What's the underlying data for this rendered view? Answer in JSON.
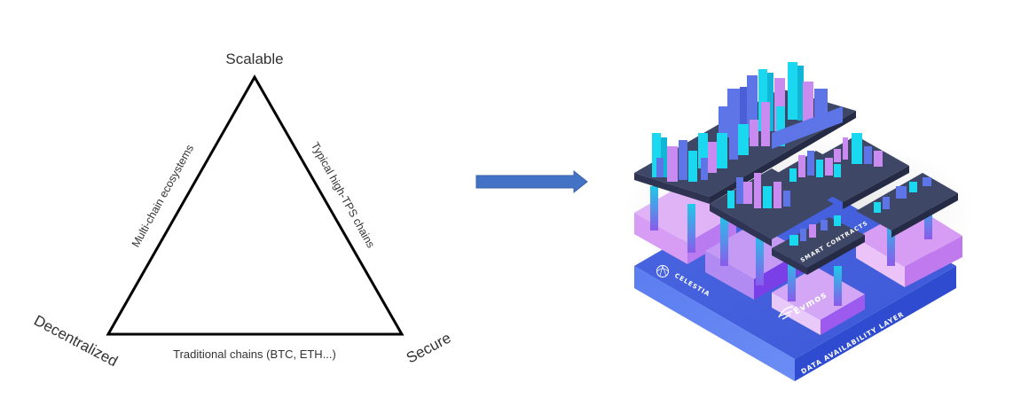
{
  "trilemma": {
    "vertices": {
      "top": "Scalable",
      "bottom_left": "Decentralized",
      "bottom_right": "Secure"
    },
    "edges": {
      "left": "Multi-chain ecosystems",
      "right": "Typical high-TPS chains",
      "bottom": "Traditional chains (BTC, ETH...)"
    },
    "line_color": "#000000"
  },
  "arrow": {
    "color": "#4472C4",
    "direction": "right"
  },
  "illustration": {
    "platform_label": "SMART CONTRACTS",
    "execution_brand": "Evmos",
    "da_brand": "CELESTIA",
    "base_label": "DATA AVAILABILITY LAYER",
    "colors": {
      "base": "#4E6DE8",
      "base_side": "#3A55D6",
      "pedestal": "#D9A8F5",
      "pedestal_side": "#B57CF0",
      "platform": "#3F4766",
      "cyan": "#19D8F0",
      "blue": "#5E75E8",
      "lilac": "#C98BF0"
    }
  }
}
